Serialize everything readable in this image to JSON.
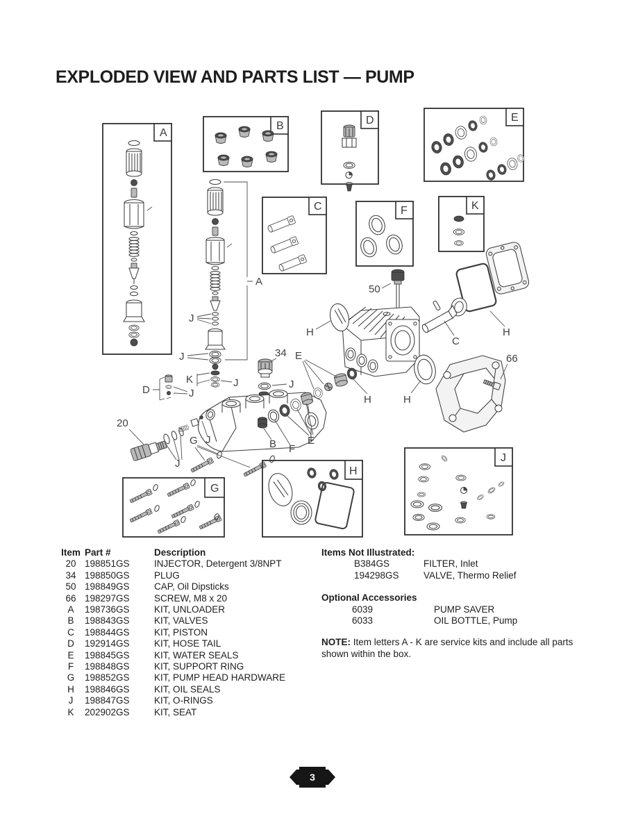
{
  "page": {
    "title": "EXPLODED VIEW AND PARTS LIST — PUMP",
    "page_number": "3"
  },
  "parts_list": {
    "headers": {
      "item": "Item",
      "part": "Part #",
      "desc": "Description"
    },
    "rows": [
      {
        "item": "20",
        "part": "198851GS",
        "desc": "INJECTOR, Detergent 3/8NPT"
      },
      {
        "item": "34",
        "part": "198850GS",
        "desc": "PLUG"
      },
      {
        "item": "50",
        "part": "198849GS",
        "desc": "CAP, Oil Dipsticks"
      },
      {
        "item": "66",
        "part": "198297GS",
        "desc": "SCREW, M8 x 20"
      },
      {
        "item": "A",
        "part": "198736GS",
        "desc": "KIT, UNLOADER"
      },
      {
        "item": "B",
        "part": "198843GS",
        "desc": "KIT, VALVES"
      },
      {
        "item": "C",
        "part": "198844GS",
        "desc": "KIT, PISTON"
      },
      {
        "item": "D",
        "part": "192914GS",
        "desc": "KIT, HOSE TAIL"
      },
      {
        "item": "E",
        "part": "198845GS",
        "desc": "KIT, WATER SEALS"
      },
      {
        "item": "F",
        "part": "198848GS",
        "desc": "KIT, SUPPORT RING"
      },
      {
        "item": "G",
        "part": "198852GS",
        "desc": "KIT, PUMP HEAD HARDWARE"
      },
      {
        "item": "H",
        "part": "198846GS",
        "desc": "KIT, OIL SEALS"
      },
      {
        "item": "J",
        "part": "198847GS",
        "desc": "KIT, O-RINGS"
      },
      {
        "item": "K",
        "part": "202902GS",
        "desc": "KIT, SEAT"
      }
    ]
  },
  "not_illustrated": {
    "heading": "Items Not Illustrated:",
    "rows": [
      {
        "part": "B384GS",
        "desc": "FILTER, Inlet"
      },
      {
        "part": "194298GS",
        "desc": "VALVE, Thermo Relief"
      }
    ]
  },
  "optional_accessories": {
    "heading": "Optional Accessories",
    "rows": [
      {
        "part": "6039",
        "desc": "PUMP SAVER"
      },
      {
        "part": "6033",
        "desc": "OIL BOTTLE, Pump"
      }
    ]
  },
  "note": {
    "label": "NOTE:",
    "text": " Item letters A - K are service kits and include all parts shown within the box."
  },
  "diagram": {
    "boxes": {
      "a": "A",
      "b": "B",
      "c": "C",
      "d": "D",
      "e": "E",
      "f": "F",
      "g": "G",
      "h": "H",
      "j": "J",
      "k": "K"
    },
    "callouts": {
      "n20": "20",
      "n34": "34",
      "n50": "50",
      "n66": "66",
      "a": "A",
      "b": "B",
      "c": "C",
      "d": "D",
      "e": "E",
      "f": "F",
      "g": "G",
      "h": "H",
      "j": "J",
      "k": "K"
    }
  }
}
